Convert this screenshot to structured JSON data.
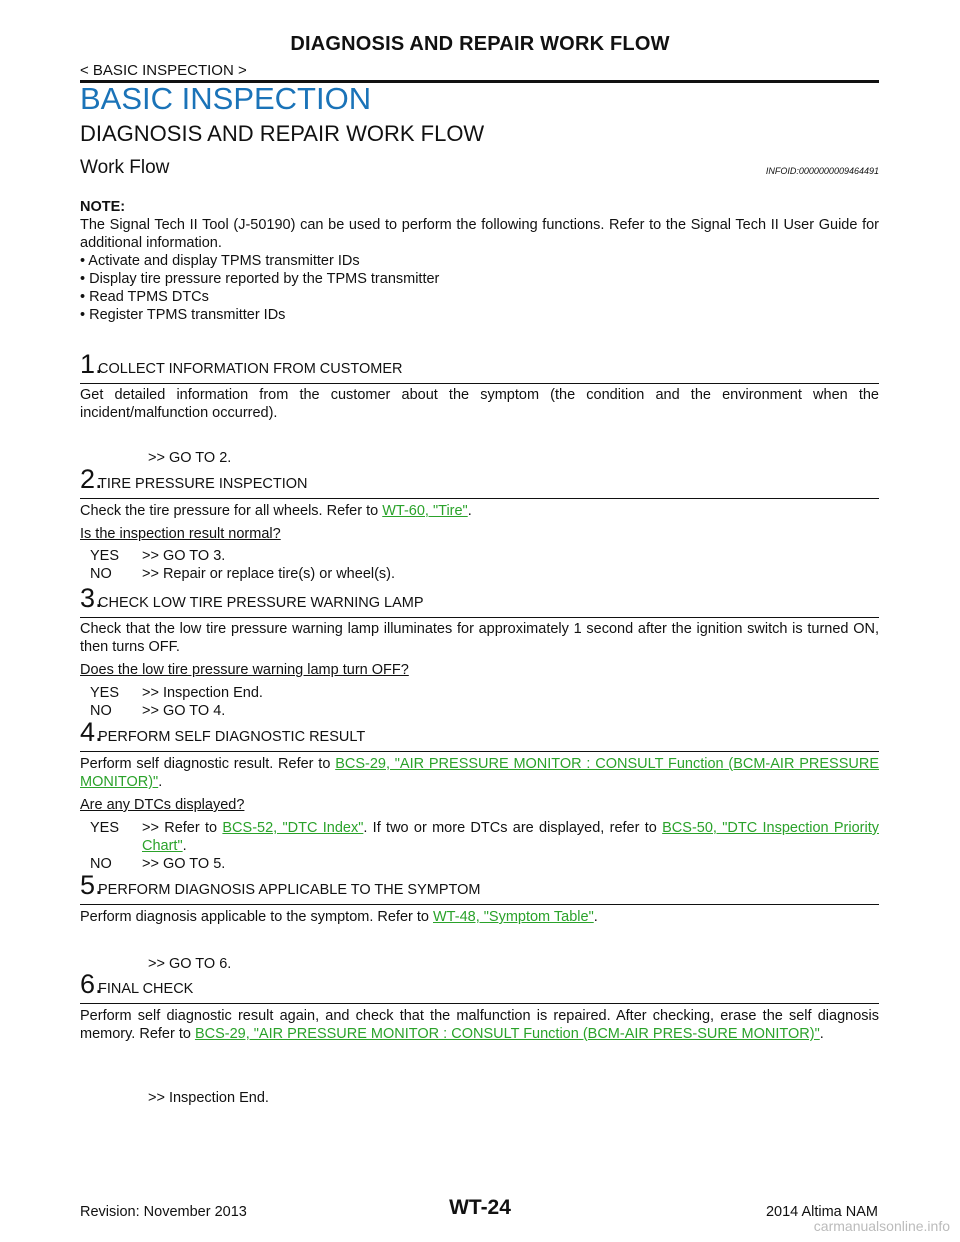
{
  "header": {
    "title": "DIAGNOSIS AND REPAIR WORK FLOW",
    "breadcrumb": "< BASIC INSPECTION >"
  },
  "section_title": "BASIC INSPECTION",
  "subsection_title": "DIAGNOSIS AND REPAIR WORK FLOW",
  "work_flow": {
    "title": "Work Flow",
    "infoid": "INFOID:0000000009464491"
  },
  "note": {
    "label": "NOTE:",
    "text": "The Signal Tech II Tool (J-50190) can be used to perform the following functions. Refer to the Signal Tech II User Guide for additional information.",
    "bullets": [
      "• Activate and display TPMS transmitter IDs",
      "• Display tire pressure reported by the TPMS transmitter",
      "• Read TPMS DTCs",
      "• Register TPMS transmitter IDs"
    ]
  },
  "steps": [
    {
      "num": "1.",
      "title": "COLLECT INFORMATION FROM CUSTOMER",
      "body": "Get detailed information from the customer about the symptom (the condition and the environment when the incident/malfunction occurred).",
      "goto": ">> GO TO 2."
    },
    {
      "num": "2.",
      "title": "TIRE PRESSURE INSPECTION",
      "body_prefix": "Check the tire pressure for all wheels. Refer to ",
      "link": "WT-60, \"Tire\"",
      "body_suffix": ".",
      "question": "Is the inspection result normal?",
      "answers": [
        {
          "key": "YES",
          "text": ">> GO TO 3."
        },
        {
          "key": "NO",
          "text": ">> Repair or replace tire(s) or wheel(s)."
        }
      ]
    },
    {
      "num": "3.",
      "title": "CHECK LOW TIRE PRESSURE WARNING LAMP",
      "body": "Check that the low tire pressure warning lamp illuminates for approximately 1 second after the ignition switch is turned ON, then turns OFF.",
      "question": "Does the low tire pressure warning lamp turn OFF?",
      "answers": [
        {
          "key": "YES",
          "text": ">> Inspection End."
        },
        {
          "key": "NO",
          "text": ">> GO TO 4."
        }
      ]
    },
    {
      "num": "4.",
      "title": "PERFORM SELF DIAGNOSTIC RESULT",
      "body_prefix": "Perform self diagnostic result. Refer to ",
      "link": "BCS-29, \"AIR PRESSURE MONITOR : CONSULT Function (BCM-AIR PRESSURE MONITOR)\"",
      "body_suffix": ".",
      "question": "Are any DTCs displayed?",
      "answers": [
        {
          "key": "YES",
          "text_prefix": ">> Refer to ",
          "link1": "BCS-52, \"DTC Index\"",
          "text_mid": ". If two or more DTCs are displayed, refer to ",
          "link2": "BCS-50, \"DTC Inspection Priority Chart\"",
          "text_suffix": "."
        },
        {
          "key": "NO",
          "text": ">> GO TO 5."
        }
      ]
    },
    {
      "num": "5.",
      "title": "PERFORM DIAGNOSIS APPLICABLE TO THE SYMPTOM",
      "body_prefix": "Perform diagnosis applicable to the symptom. Refer to ",
      "link": "WT-48, \"Symptom Table\"",
      "body_suffix": ".",
      "goto": ">> GO TO 6."
    },
    {
      "num": "6.",
      "title": "FINAL CHECK",
      "body_prefix": "Perform self diagnostic result again, and check that the malfunction is repaired. After checking, erase the self diagnosis memory. Refer to ",
      "link": "BCS-29, \"AIR PRESSURE MONITOR : CONSULT Function (BCM-AIR PRES-SURE MONITOR)\"",
      "body_suffix": ".",
      "goto": ">> Inspection End."
    }
  ],
  "footer": {
    "revision": "Revision: November 2013",
    "page": "WT-24",
    "model": "2014 Altima NAM",
    "watermark": "carmanualsonline.info"
  },
  "colors": {
    "section_title": "#1a73b8",
    "link": "#2aa22a"
  }
}
